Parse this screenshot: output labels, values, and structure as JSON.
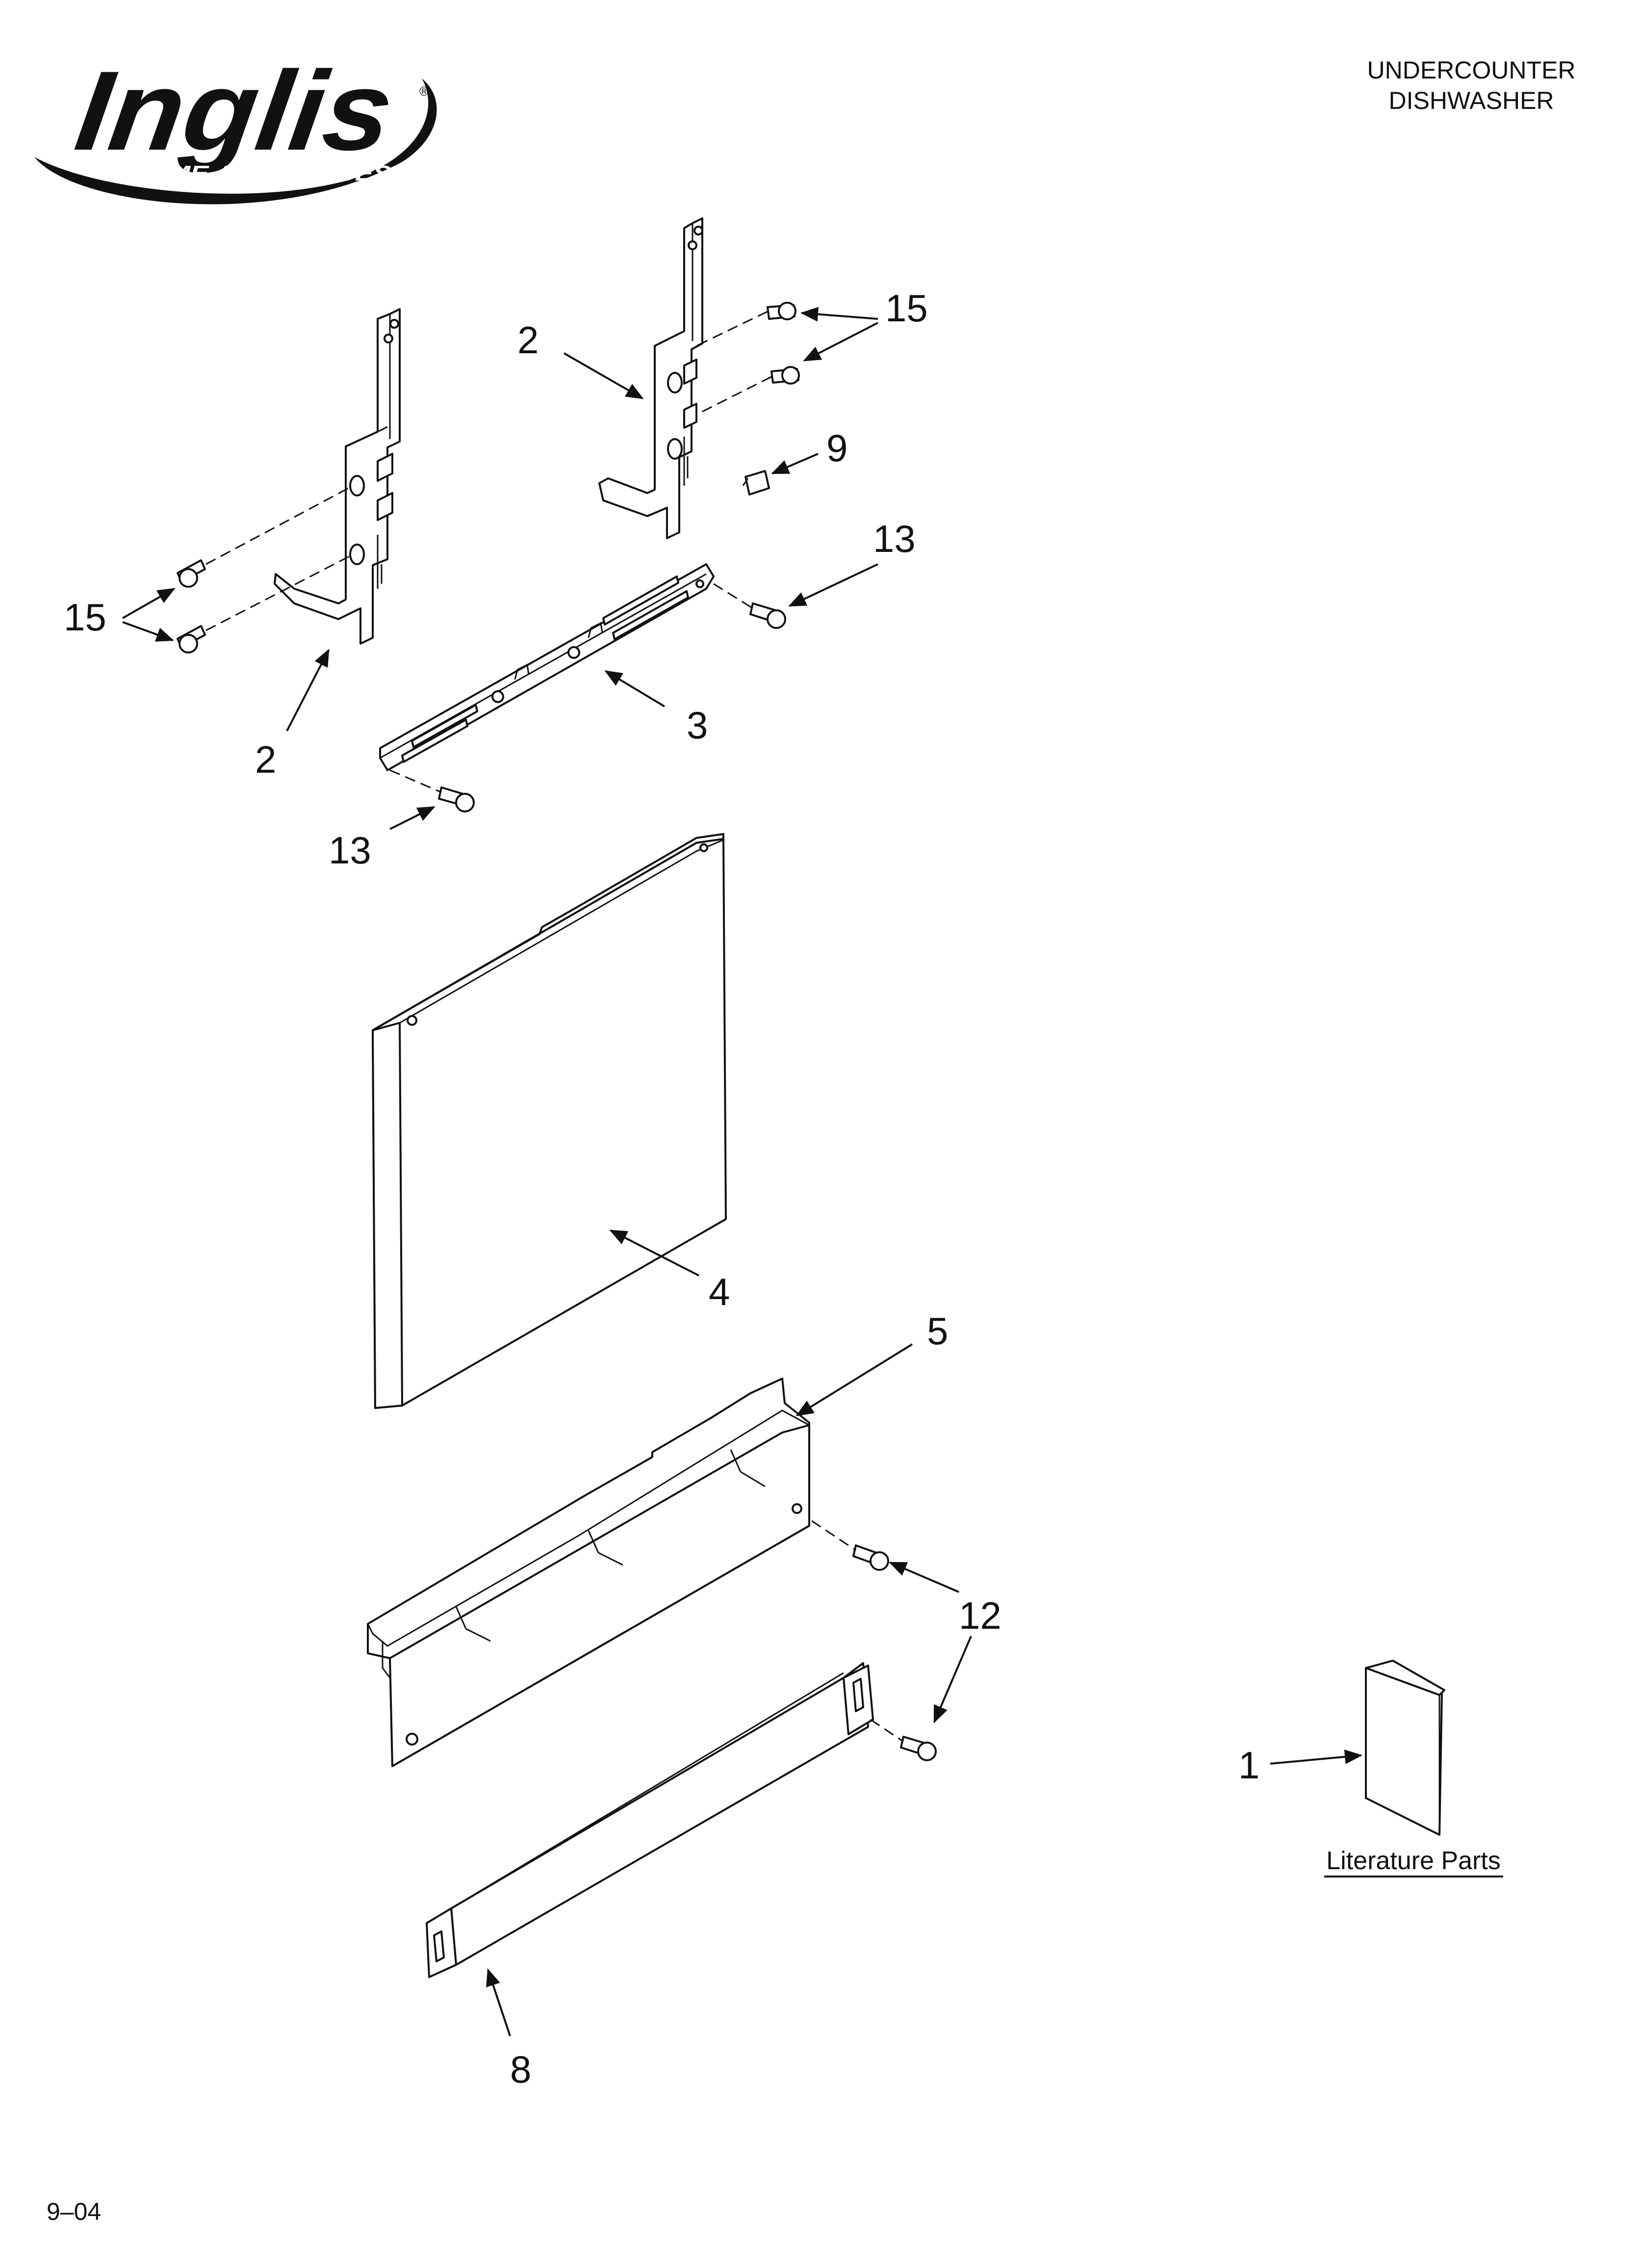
{
  "brand": {
    "logo_word": "Inglis",
    "logo_sub": "HOME APPLIANCES",
    "logo_mark": "®"
  },
  "header": {
    "line1": "UNDERCOUNTER",
    "line2": "DISHWASHER"
  },
  "footer": {
    "date_code": "9–04"
  },
  "literature": {
    "caption": "Literature Parts"
  },
  "callouts": {
    "c1": "1",
    "c2a": "2",
    "c2b": "2",
    "c3": "3",
    "c4": "4",
    "c5": "5",
    "c8": "8",
    "c9": "9",
    "c12": "12",
    "c13a": "13",
    "c13b": "13",
    "c15a": "15",
    "c15b": "15"
  },
  "colors": {
    "ink": "#111111",
    "paper": "#ffffff"
  }
}
